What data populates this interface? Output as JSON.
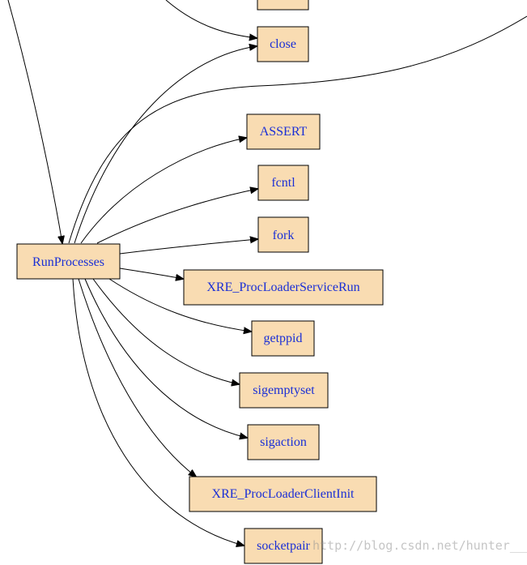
{
  "diagram": {
    "source_node": "RunProcesses",
    "targets": [
      "close",
      "ASSERT",
      "fcntl",
      "fork",
      "XRE_ProcLoaderServiceRun",
      "getppid",
      "sigemptyset",
      "sigaction",
      "XRE_ProcLoaderClientInit",
      "socketpair"
    ],
    "colors": {
      "node_fill": "#f9dcb2",
      "node_border": "#000000",
      "label_text": "#1a2fd6",
      "edge": "#000000"
    }
  },
  "watermark": "http://blog.csdn.net/hunter___"
}
